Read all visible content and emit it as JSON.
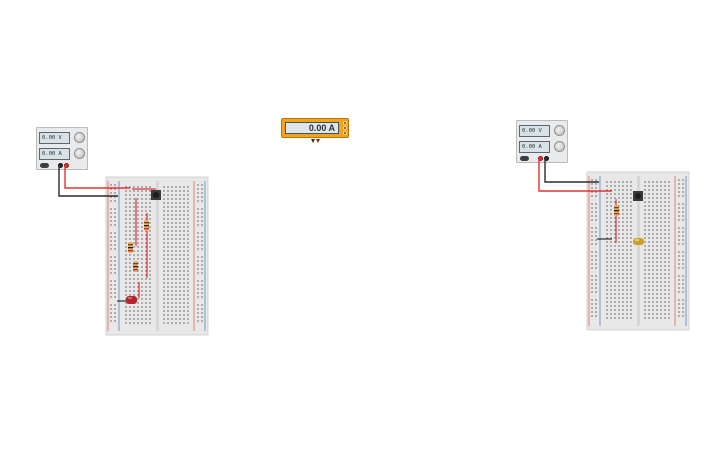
{
  "canvas": {
    "background": "#ffffff"
  },
  "power_supply_1": {
    "voltage_display": "0.00 V",
    "current_display": "0.00 A"
  },
  "power_supply_2": {
    "voltage_display": "0.00 V",
    "current_display": "0.00 A"
  },
  "ammeter": {
    "display": "0.00 A",
    "body_color": "#f2a31e"
  },
  "colors": {
    "wire_red": "#e23333",
    "wire_black": "#2b2b2b",
    "led_red": "#b3262e",
    "led_yellow": "#c9a227",
    "breadboard": "#e8e8e8",
    "rail_red": "#e23333",
    "rail_blue": "#2f5fb3"
  },
  "icons": {
    "knob": "adjust-knob-icon",
    "terminal": "binding-post-icon",
    "switch": "power-switch-icon",
    "probe": "probe-tip-icon",
    "pushbutton": "pushbutton-icon",
    "resistor": "resistor-icon",
    "led": "led-icon"
  }
}
